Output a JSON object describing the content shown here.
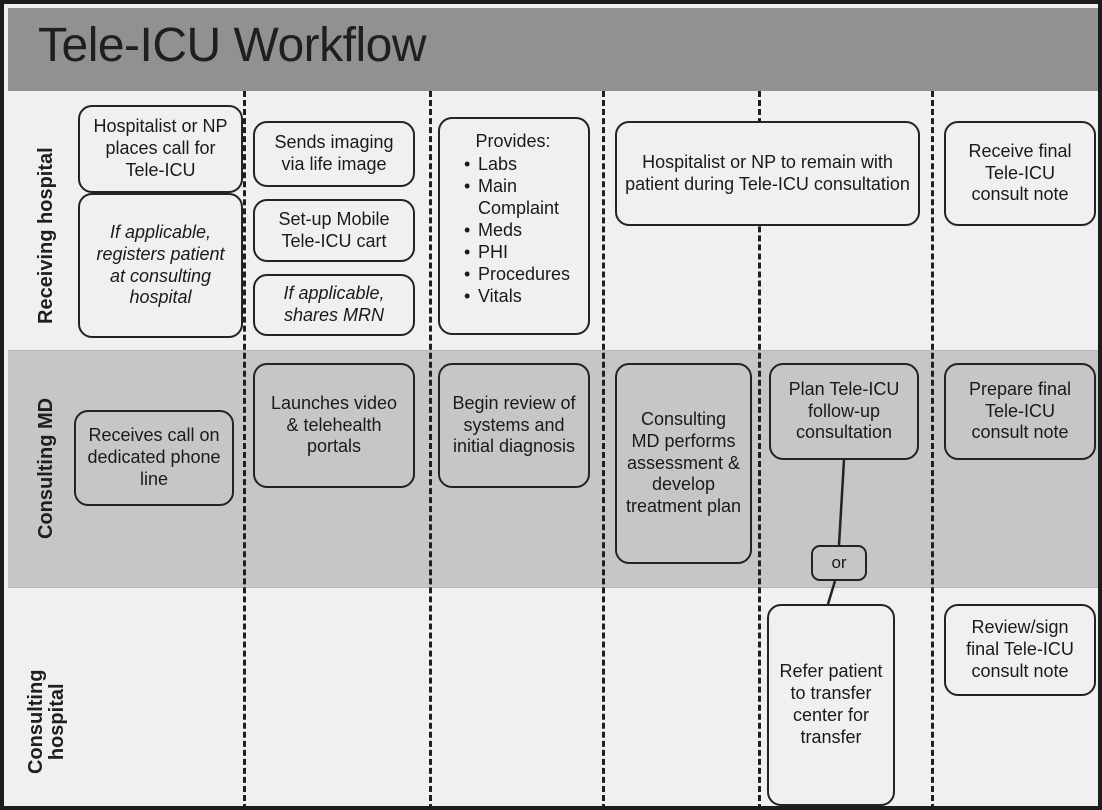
{
  "header": {
    "title": "Tele-ICU Workflow",
    "band_color": "#919191"
  },
  "colors": {
    "page_background": "#f0f0f2",
    "lane_light": "#f0f0f2",
    "lane_dark": "#c6c6c8",
    "border": "#232323",
    "frame": "#1c1c1c"
  },
  "lanes": [
    {
      "id": "receiving",
      "label": "Receiving hospital",
      "shade": "light"
    },
    {
      "id": "md",
      "label": "Consulting MD",
      "shade": "dark"
    },
    {
      "id": "consulting",
      "label_line1": "Consulting",
      "label_line2": "hospital",
      "shade": "light"
    }
  ],
  "boxes": {
    "r1": "Hospitalist or NP places call for Tele-ICU",
    "r2": "If applicable, registers patient at consulting hospital",
    "r3": "Sends imaging via life image",
    "r4": "Set-up Mobile Tele-ICU cart",
    "r5": "If applicable, shares MRN",
    "r6_title": "Provides:",
    "r6_items": [
      "Labs",
      "Main Complaint",
      "Meds",
      "PHI",
      "Procedures",
      "Vitals"
    ],
    "r7": "Hospitalist or NP to remain with patient during Tele-ICU consultation",
    "r8": "Receive final Tele-ICU consult note",
    "m1": "Receives call on dedicated phone line",
    "m2": "Launches video & telehealth portals",
    "m3": "Begin review of systems and initial diagnosis",
    "m4": "Consulting MD performs assessment & develop treatment plan",
    "m5": "Plan Tele-ICU follow-up consultation",
    "m6": "Prepare final Tele-ICU consult note",
    "or_chip": "or",
    "c1": "Refer patient to transfer center for transfer",
    "c2": "Review/sign final Tele-ICU consult note"
  }
}
